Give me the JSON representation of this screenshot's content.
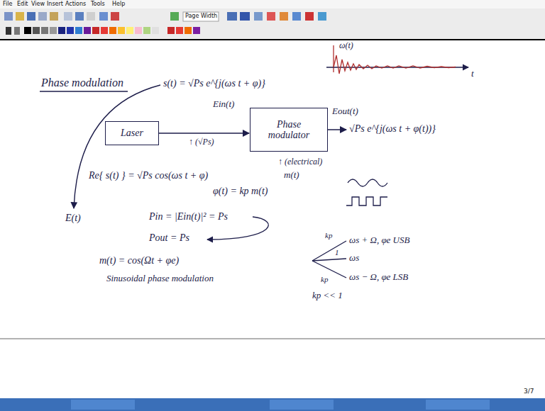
{
  "diagram": {
    "nodes": [
      {
        "text": [
          "Laser"
        ]
      },
      {
        "text": [
          "Phase modulator"
        ]
      }
    ],
    "edges": [
      {
        "from": 0,
        "to": 1,
        "arrow": "to"
      }
    ],
    "labels": [
      "File",
      "Edit",
      "View",
      "Insert",
      "Actions",
      "Tools",
      "Help",
      "Page Width",
      "ω(t)",
      "t",
      "Phase modulation",
      "s(t) = √Ps e^{j(ωs t + φ)}",
      "Ein(t)",
      "↑ (√Ps)",
      "Eout(t)",
      "√Ps e^{j(ωs t + φ(t))}",
      "↑ (electrical)",
      "m(t)",
      "Re{ s(t) } = √Ps cos(ωs t + φ)",
      "φ(t) = kp m(t)",
      "E(t)",
      "Pin = |Ein(t)|² = Ps",
      "Pout = Ps",
      "m(t) = cos(Ωt + φe)",
      "Sinusoidal phase modulation",
      "kp",
      "ωs + Ω, φe  USB",
      "1",
      "ωs",
      "kp",
      "ωs − Ω, φe  LSB",
      "kp << 1",
      "3/7"
    ]
  }
}
